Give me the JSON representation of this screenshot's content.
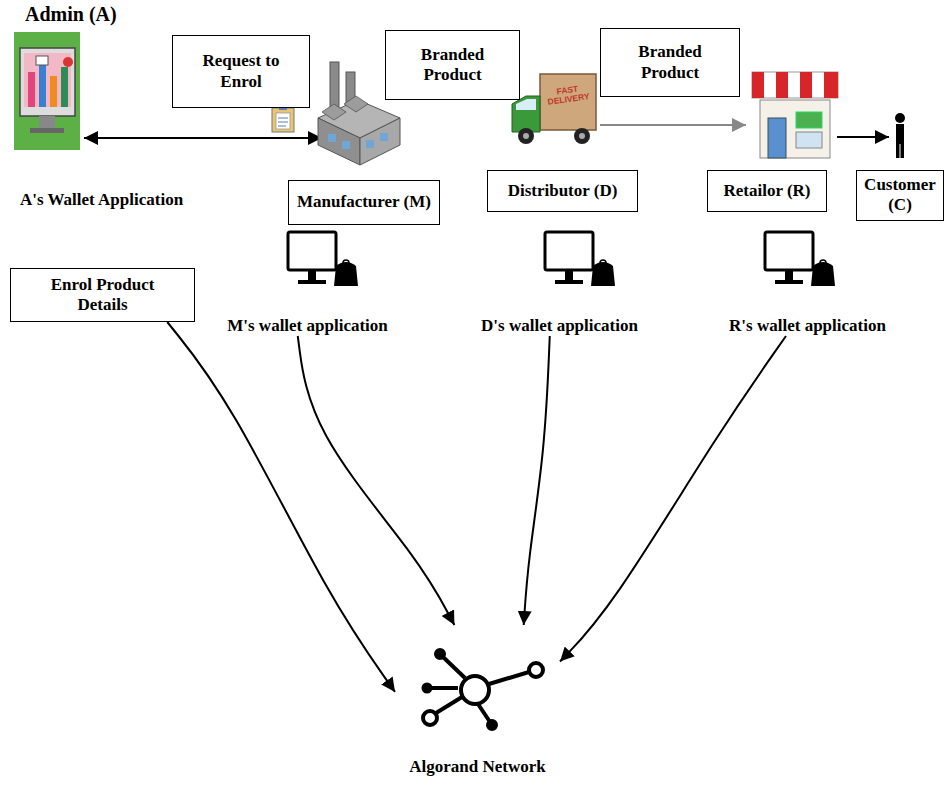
{
  "diagram": {
    "nodes": [
      {
        "text": [
          "Admin (A)",
          "A's Wallet Application"
        ]
      },
      {
        "text": [
          "Request to Enrol"
        ]
      },
      {
        "text": [
          "Branded Product"
        ]
      },
      {
        "text": [
          "Branded Product"
        ]
      },
      {
        "text": [
          "Manufacturer (M)"
        ]
      },
      {
        "text": [
          "Distributor (D)"
        ]
      },
      {
        "text": [
          "Retailor (R)"
        ]
      },
      {
        "text": [
          "Customer (C)"
        ]
      },
      {
        "text": [
          "Enrol Product Details"
        ]
      },
      {
        "text": [
          "M's wallet application"
        ]
      },
      {
        "text": [
          "D's wallet application"
        ]
      },
      {
        "text": [
          "R's wallet application"
        ]
      },
      {
        "text": [
          "Algorand Network"
        ]
      }
    ],
    "edges": [
      {
        "from": 8,
        "to": 12,
        "arrow": "to"
      },
      {
        "from": 9,
        "to": 12,
        "arrow": "to"
      },
      {
        "from": 10,
        "to": 12,
        "arrow": "to"
      },
      {
        "from": 11,
        "to": 12,
        "arrow": "to"
      }
    ],
    "labels": [
      "FAST DELIVERY"
    ]
  }
}
